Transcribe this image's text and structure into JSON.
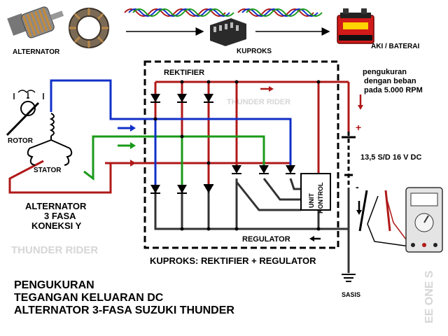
{
  "top_row": {
    "alternator_label": "ALTERNATOR",
    "kuproks_label": "KUPROKS",
    "battery_label": "AKI / BATERAI"
  },
  "circuit": {
    "rektifier_label": "REKTIFIER",
    "regulator_label": "REGULATOR",
    "unit_kontrol_line1": "UNIT",
    "unit_kontrol_line2": "KONTROL",
    "box_caption": "KUPROKS: REKTIFIER + REGULATOR",
    "watermark": "THUNDER RIDER"
  },
  "alternator_side": {
    "rotor_label": "ROTOR",
    "stator_label": "STATOR",
    "desc_line1": "ALTERNATOR",
    "desc_line2": "3 FASA",
    "desc_line3": "KONEKSI Y"
  },
  "measurement": {
    "note_line1": "pengukuran",
    "note_line2": "dengan beban",
    "note_line3": "pada 5.000 RPM",
    "voltage": "13,5 S/D 16 V DC",
    "plus": "+",
    "minus": "-",
    "ground_label": "SASIS"
  },
  "footer": {
    "watermark": "THUNDER RIDER",
    "title_line1": "PENGUKURAN",
    "title_line2": "TEGANGAN KELUARAN DC",
    "title_line3": "ALTERNATOR 3-FASA SUZUKI THUNDER",
    "side_watermark": "EE ONE S"
  },
  "colors": {
    "red": "#b01818",
    "blue": "#1030c8",
    "green": "#1a9a1a",
    "dark": "#333333"
  }
}
